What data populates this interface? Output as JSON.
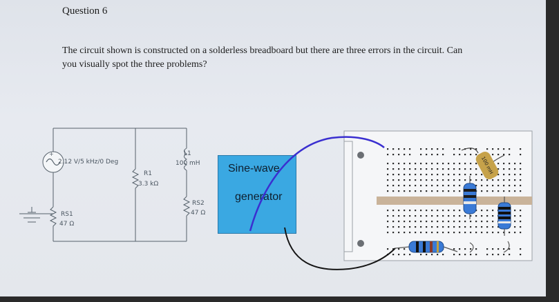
{
  "question": {
    "title": "Question 6",
    "text": "The circuit shown is constructed on a solderless breadboard but there are three errors in the circuit. Can you visually spot the three problems?"
  },
  "schematic": {
    "source_label": "2.12 V/5 kHz/0 Deg",
    "r1_name": "R1",
    "r1_value": "3.3 kΩ",
    "l1_name": "L1",
    "l1_value": "100 mH",
    "rs1_name": "RS1",
    "rs1_value": "47 Ω",
    "rs2_name": "RS2",
    "rs2_value": "47 Ω"
  },
  "generator": {
    "line1": "Sine-wave",
    "line2": "generator"
  },
  "breadboard": {
    "inductor_label": "100 mH"
  },
  "colors": {
    "generator_fill": "#3aa8e2",
    "wire_blue": "#3a2fd0",
    "wire_black": "#151515",
    "rail_stripe": "#b89a7a"
  }
}
